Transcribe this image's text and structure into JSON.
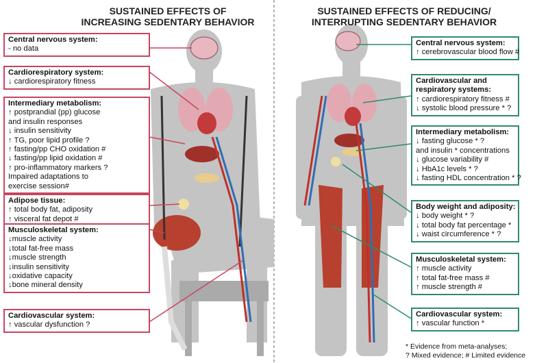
{
  "left": {
    "title_line1": "SUSTAINED EFFECTS OF",
    "title_line2": "INCREASING SEDENTARY BEHAVIOR",
    "boxes": [
      {
        "heading": "Central nervous system:",
        "items": [
          "- no data"
        ]
      },
      {
        "heading": "Cardiorespiratory system:",
        "items": [
          "↓ cardiorespiratory fitness"
        ]
      },
      {
        "heading": "Intermediary metabolism:",
        "items": [
          "↑ postprandial (pp) glucose",
          " and insulin responses",
          "↓ insulin sensitivity",
          "↑ TG, poor lipid profile ?",
          "↑ fasting/pp CHO oxidation #",
          "↓ fasting/pp lipid oxidation #",
          "↑ pro-inflammatory markers ?",
          " Impaired adaptations to",
          "exercise session#"
        ]
      },
      {
        "heading": "Adipose tissue:",
        "items": [
          "↑ total body fat, adiposity",
          "↑ visceral fat depot #"
        ]
      },
      {
        "heading": "Musculoskeletal system:",
        "items": [
          "↓muscle activity",
          "↓total fat-free mass",
          "↓muscle strength",
          "↓insulin sensitivity",
          "↓oxidative capacity",
          "↓bone mineral density"
        ]
      },
      {
        "heading": "Cardiovascular system:",
        "items": [
          "↑ vascular dysfunction ?"
        ]
      }
    ]
  },
  "right": {
    "title_line1": "SUSTAINED EFFECTS OF REDUCING/",
    "title_line2": "INTERRUPTING SEDENTARY BEHAVIOR",
    "boxes": [
      {
        "heading": "Central nervous system:",
        "items": [
          "↑ cerebrovascular blood flow #"
        ]
      },
      {
        "heading": "Cardiovascular and respiratory systems:",
        "items": [
          "↑ cardiorespiratory fitness #",
          "↓ systolic blood pressure * ?"
        ]
      },
      {
        "heading": "Intermediary metabolism:",
        "items": [
          "↓ fasting glucose * ?",
          " and insulin * concentrations",
          "↓ glucose variability #",
          "↓ HbA1c levels * ?",
          "↓ fasting HDL concentration * ?"
        ]
      },
      {
        "heading": "Body weight and adiposity:",
        "items": [
          "↓ body weight * ?",
          "↓ total body fat percentage *",
          "↓ waist circumference * ?"
        ]
      },
      {
        "heading": "Musculoskeletal system:",
        "items": [
          "↑ muscle activity",
          "↑ total fat-free mass #",
          "↑ muscle strength #"
        ]
      },
      {
        "heading": "Cardiovascular system:",
        "items": [
          "↑ vascular function *"
        ]
      }
    ]
  },
  "legend": {
    "line1": "* Evidence from meta-analyses;",
    "line2": "? Mixed evidence; # Limited evidence"
  },
  "colors": {
    "left_border": "#c8455e",
    "right_border": "#2e8b67",
    "silhouette": "#c4c4c4",
    "muscle": "#b8402e",
    "artery": "#c0302a",
    "vein": "#2f6db5"
  }
}
